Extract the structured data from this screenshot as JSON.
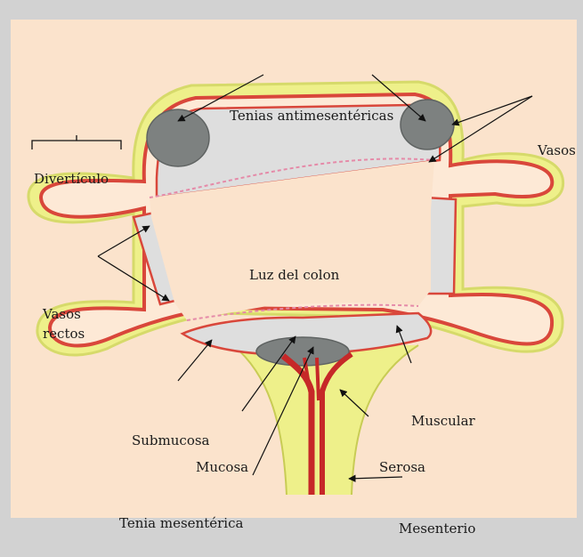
{
  "labels": {
    "tenias_antimesentericas": "Tenias antimesentéricas",
    "vasos": "Vasos",
    "diverticulo": "Divertículo",
    "luz_del_colon": "Luz del colon",
    "vasos_rectos_1": "Vasos",
    "vasos_rectos_2": "rectos",
    "muscular": "Muscular",
    "submucosa": "Submucosa",
    "mucosa": "Mucosa",
    "serosa": "Serosa",
    "tenia_mesenterica": "Tenia mesentérica",
    "mesenterio": "Mesenterio"
  },
  "colors": {
    "background": "#fbe3cc",
    "frame": "#d2d2d2",
    "serosa_yellow": "#eef08a",
    "muscle_red": "#d9473b",
    "vessel_red": "#c62828",
    "submucosa_grey": "#dedede",
    "tenia_grey": "#7d8180",
    "mucosa_pink": "#e58aa8"
  }
}
